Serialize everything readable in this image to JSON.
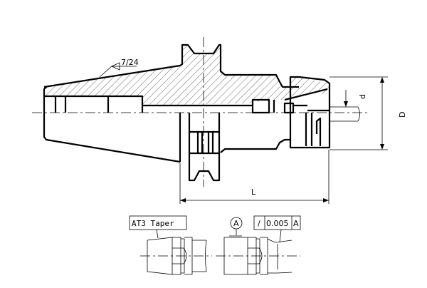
{
  "drawing": {
    "taper_label": "7/24",
    "diameter_label": "D",
    "bore_label": "d",
    "length_label": "L"
  },
  "details": {
    "left_callout": "AT3 Taper",
    "datum_label": "A",
    "tolerance": {
      "symbol": "/",
      "value": "0.005",
      "datum": "A"
    }
  }
}
